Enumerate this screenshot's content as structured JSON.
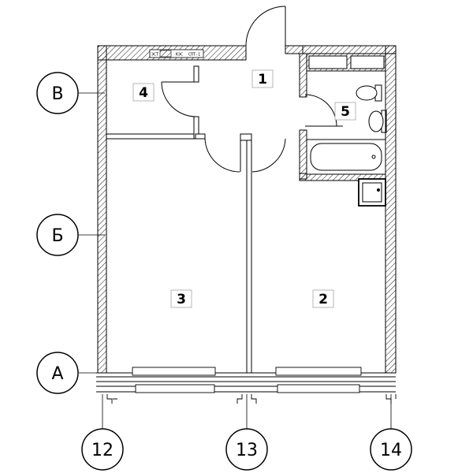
{
  "rooms": [
    {
      "number": "1"
    },
    {
      "number": "2"
    },
    {
      "number": "3"
    },
    {
      "number": "4"
    },
    {
      "number": "5"
    }
  ],
  "axes_rows": [
    "В",
    "Б",
    "А"
  ],
  "axes_columns": [
    "12",
    "13",
    "14"
  ],
  "panel_labels": [
    "ЭСТ",
    "КЭС",
    "СПТ-1"
  ]
}
